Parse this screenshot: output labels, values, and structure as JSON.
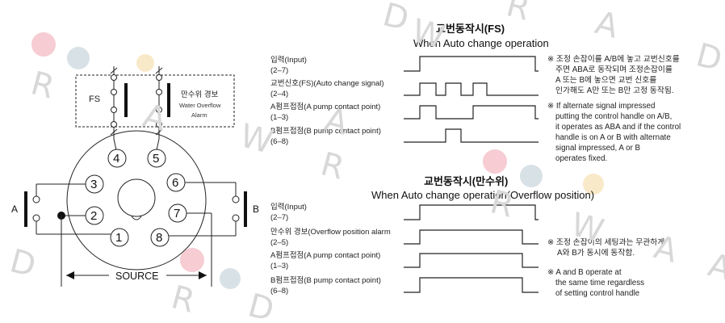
{
  "watermark": {
    "letters": [
      "R",
      "A",
      "D",
      "W",
      "A",
      "R",
      "D",
      "W",
      "R",
      "A",
      "D",
      "W",
      "A",
      "R",
      "D",
      "R",
      "A",
      "D",
      "W",
      "A",
      "R",
      "A",
      "R",
      "D",
      "A"
    ]
  },
  "diagram": {
    "fs_label": "FS",
    "alarm_label_ko": "만수위 경보",
    "alarm_label_en_1": "Water Overflow",
    "alarm_label_en_2": "Alarm",
    "side_a": "A",
    "side_b": "B",
    "source": "SOURCE",
    "pins": [
      "1",
      "2",
      "3",
      "4",
      "5",
      "6",
      "7",
      "8"
    ]
  },
  "fs_section": {
    "title_ko": "교번동작시(FS)",
    "title_en": "When Auto change operation",
    "rows": [
      {
        "label": "입력(Input)",
        "pins": "(2–7)"
      },
      {
        "label": "교번신호(FS)(Auto change signal)",
        "pins": "(2–4)"
      },
      {
        "label": "A펌프접점(A pump contact point)",
        "pins": "(1–3)"
      },
      {
        "label": "B펌프접점(B pump contact point)",
        "pins": "(6–8)"
      }
    ],
    "note_ko": [
      "※ 조정 손잡이를 A/B에 놓고 교번신호를",
      "주면 ABA로 동작되며 조정손잡이를",
      "A 또는 B에 놓으면 교번 신호를",
      "인가해도 A만 또는 B만 고정 동작됨."
    ],
    "note_en": [
      "※ If alternate signal impressed",
      "putting the control handle on A/B,",
      "it operates as ABA and if the control",
      "handle is on A or B with alternate",
      "signal impressed, A or B",
      "operates fixed."
    ]
  },
  "ov_section": {
    "title_ko": "교번동작시(만수위)",
    "title_en": "When Auto change operation(Overflow position)",
    "rows": [
      {
        "label": "입력(Input)",
        "pins": "(2–7)"
      },
      {
        "label": "만수위 경보(Overflow position alarm",
        "pins": "(2–5)"
      },
      {
        "label": "A펌프접점(A pump contact point)",
        "pins": "(1–3)"
      },
      {
        "label": "B펌프접점(B pump contact point)",
        "pins": "(6–8)"
      }
    ],
    "note_ko": [
      "※ 조정 손잡이의 세팅과는 무관하게",
      "A와 B가 동시에 동작함."
    ],
    "note_en": [
      "※ A and B operate at",
      "the same time regardless",
      "of setting control handle"
    ]
  }
}
